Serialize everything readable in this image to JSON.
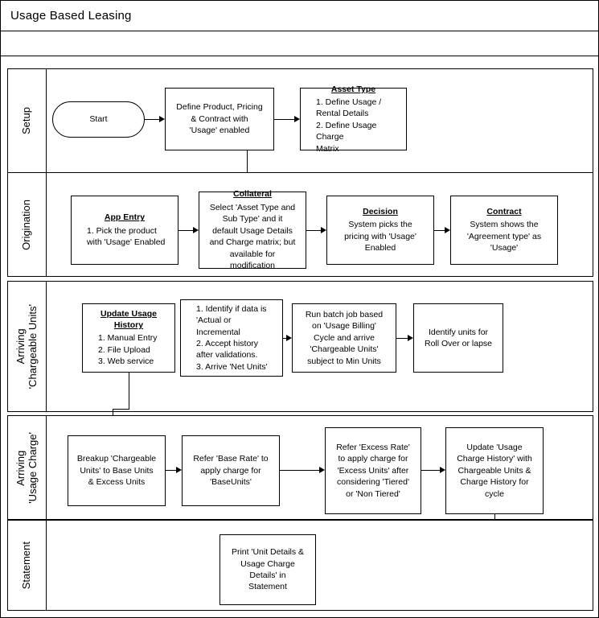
{
  "title": "Usage Based Leasing",
  "lanes": [
    {
      "label": "Setup"
    },
    {
      "label": "Origination"
    },
    {
      "label": "Arriving\n'Chargeable Units'"
    },
    {
      "label": "Arriving\n'Usage Charge'"
    },
    {
      "label": "Statement"
    }
  ],
  "nodes": {
    "start": {
      "label": "Start"
    },
    "define_product": {
      "body": "Define Product, Pricing\n& Contract with\n'Usage' enabled"
    },
    "asset_type": {
      "header": "Asset Type",
      "body": "1. Define Usage /\n    Rental Details\n2. Define Usage Charge\n    Matrix"
    },
    "app_entry": {
      "header": "App Entry",
      "body": "1. Pick the product\n    with 'Usage' Enabled"
    },
    "collateral": {
      "header": "Collateral",
      "body": "Select 'Asset Type and\nSub Type' and it\ndefault Usage Details\nand Charge matrix; but\navailable for\nmodification"
    },
    "decision": {
      "header": "Decision",
      "body": "System picks the\npricing with 'Usage'\nEnabled"
    },
    "contract": {
      "header": "Contract",
      "body": "System shows the\n'Agreement type' as\n'Usage'"
    },
    "update_usage_history": {
      "header": "Update Usage\nHistory",
      "body": "1. Manual Entry\n2. File Upload\n3. Web service"
    },
    "identify_data": {
      "body": "1. Identify if data is\n    'Actual or\n    Incremental\n2. Accept history\n    after validations.\n3. Arrive 'Net Units'"
    },
    "run_batch_job": {
      "body": "Run batch job based\non 'Usage Billing'\nCycle and arrive\n'Chargeable Units'\nsubject to Min Units"
    },
    "identify_units": {
      "body": "Identify units for\nRoll Over or lapse"
    },
    "breakup_units": {
      "body": "Breakup 'Chargeable\nUnits' to Base Units\n& Excess Units"
    },
    "refer_base_rate": {
      "body": "Refer 'Base Rate' to\napply charge for\n'BaseUnits'"
    },
    "refer_excess_rate": {
      "body": "Refer 'Excess Rate'\nto apply charge for\n'Excess Units' after\nconsidering 'Tiered'\nor 'Non Tiered'"
    },
    "update_usage_charge_history": {
      "body": "Update 'Usage\nCharge History' with\nChargeable Units &\nCharge History for\ncycle"
    },
    "print_statement": {
      "body": "Print 'Unit Details &\nUsage Charge\nDetails' in\nStatement"
    }
  }
}
